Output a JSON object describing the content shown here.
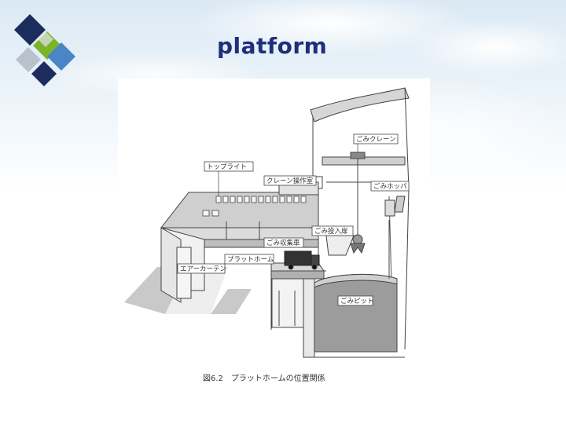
{
  "slide": {
    "title": "platform"
  },
  "figure": {
    "labels": {
      "top_light": "トップライト",
      "crane_control_room": "クレーン操作室",
      "garbage_crane": "ごみクレーン",
      "garbage_hopper": "ごみホッパ",
      "garbage_door": "ごみ投入扉",
      "garbage_truck": "ごみ収集車",
      "platform": "プラットホーム",
      "air_curtain": "エアーカーテン",
      "garbage_pit": "ごみピット"
    },
    "caption": "図6.2　プラットホームの位置関係"
  },
  "colors": {
    "title": "#1f2f7a",
    "logo_navy": "#1c2c5c",
    "logo_green": "#7db32b",
    "logo_blue": "#4a86c5"
  }
}
